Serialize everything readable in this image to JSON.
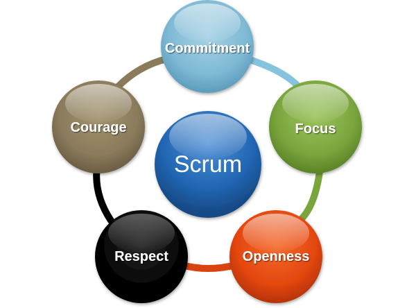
{
  "center": {
    "label": "Scrum",
    "color": "#2166b3"
  },
  "values": [
    {
      "label": "Commitment",
      "color": "#7fb9d4"
    },
    {
      "label": "Focus",
      "color": "#7aa53d"
    },
    {
      "label": "Openness",
      "color": "#e4470f"
    },
    {
      "label": "Respect",
      "color": "#000000"
    },
    {
      "label": "Courage",
      "color": "#8a7b5b"
    }
  ]
}
